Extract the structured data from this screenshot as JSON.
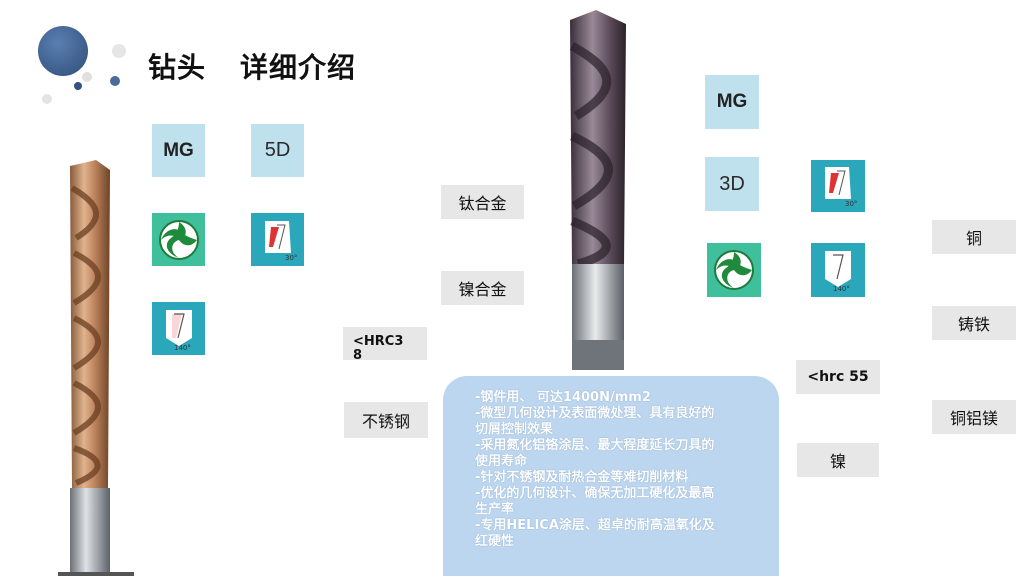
{
  "title": {
    "part1": "钻头",
    "part2": "详细介绍"
  },
  "colors": {
    "tile_light": "#bfe1ee",
    "tile_teal": "#2ba7bb",
    "tile_green": "#3fbf9c",
    "label_bg": "#e7e7e7",
    "card_bg": "#bcd6ef",
    "bubble_dark": "#3e5f8e",
    "bubble_grey": "#d9d9d9"
  },
  "left_spec": {
    "coating": "MG",
    "length": "5D",
    "point_angle": "140°",
    "helix_angle": "30°"
  },
  "right_spec": {
    "coating": "MG",
    "length": "3D",
    "point_angle": "140°",
    "helix_angle": "30°"
  },
  "materials_mid": {
    "titanium": "钛合金",
    "nickel_alloy": "镍合金",
    "hardness_line1": "<HRC3",
    "hardness_line2": "8",
    "stainless": "不锈钢"
  },
  "materials_right": {
    "copper": "铜",
    "cast_iron": "铸铁",
    "hardness": "<hrc 55",
    "cu_al_mg": "铜铝镁",
    "nickel": "镍"
  },
  "features": [
    "-钢件用、 可达1400N/mm2",
    "-微型几何设计及表面微处理、具有良好的",
    "切屑控制效果",
    "-采用氮化铝铬涂层、最大程度延长刀具的",
    "使用寿命",
    "-针对不锈钢及耐热合金等难切削材料",
    "-优化的几何设计、确保无加工硬化及最高",
    "生产率",
    "-专用HELICA涂层、超卓的耐高温氧化及",
    "红硬性"
  ]
}
